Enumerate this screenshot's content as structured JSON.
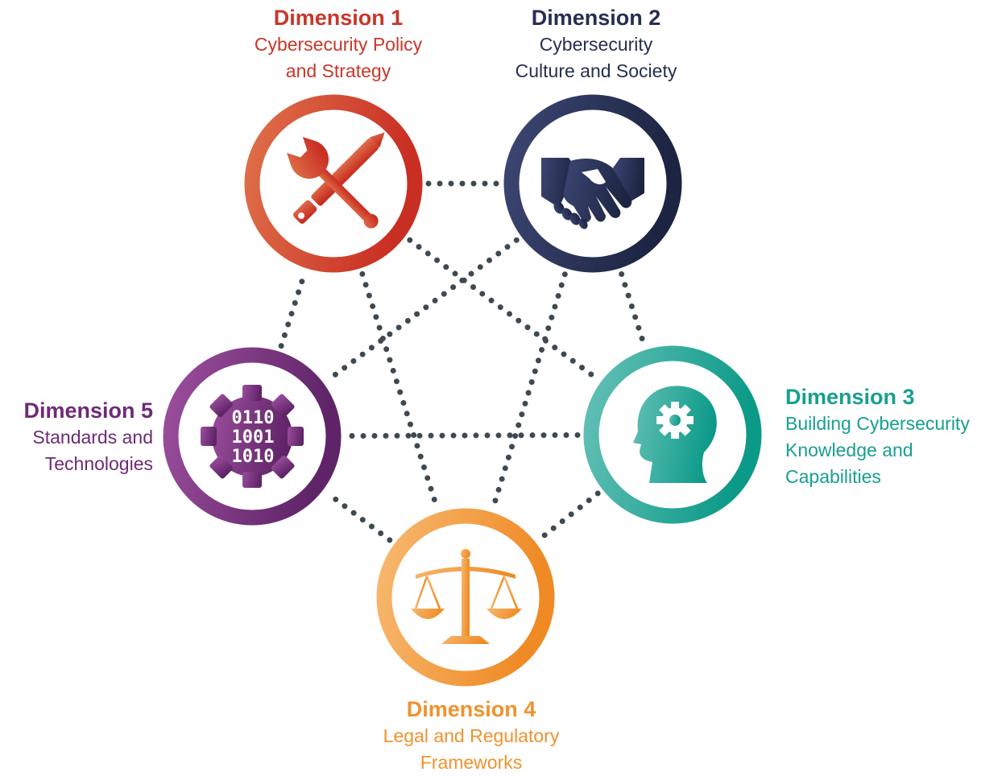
{
  "dimensions": [
    {
      "title": "Dimension 1",
      "lines": [
        "Cybersecurity Policy",
        "and Strategy"
      ],
      "icon": "wrench-and-pen-icon",
      "color": "#c8372a",
      "gradient": [
        "#df6f4a",
        "#c92e22"
      ]
    },
    {
      "title": "Dimension 2",
      "lines": [
        "Cybersecurity",
        "Culture and Society"
      ],
      "icon": "handshake-icon",
      "color": "#262f52",
      "gradient": [
        "#3c4672",
        "#1d2442"
      ]
    },
    {
      "title": "Dimension 3",
      "lines": [
        "Building Cybersecurity",
        "Knowledge and",
        "Capabilities"
      ],
      "icon": "head-with-gear-icon",
      "color": "#17a08f",
      "gradient": [
        "#63c0b6",
        "#0c9a88"
      ]
    },
    {
      "title": "Dimension 4",
      "lines": [
        "Legal and Regulatory",
        "Frameworks"
      ],
      "icon": "scales-of-justice-icon",
      "color": "#f0922f",
      "gradient": [
        "#f7b86e",
        "#ef8a25"
      ]
    },
    {
      "title": "Dimension 5",
      "lines": [
        "Standards and",
        "Technologies"
      ],
      "icon": "binary-gear-icon",
      "color": "#6e2a77",
      "gradient": [
        "#9b4e9c",
        "#5f2468"
      ]
    }
  ],
  "binary_rows": [
    "0110",
    "1001",
    "1010"
  ],
  "connector_color": "#3e4a52"
}
